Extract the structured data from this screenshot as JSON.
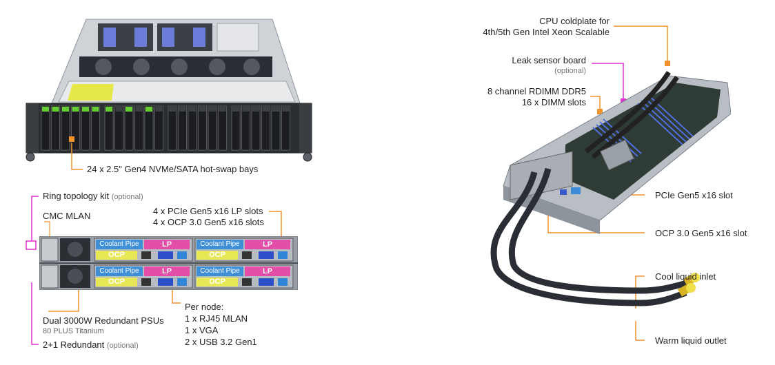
{
  "colors": {
    "orange": "#f0922b",
    "magenta": "#e22fd2",
    "green_caddy": "#66cc33",
    "coolant_blue": "#3f8fd6",
    "ocp_yellow": "#e8e857",
    "lp_pink": "#e24ea8"
  },
  "front": {
    "bays_label": "24 x 2.5\" Gen4 NVMe/SATA hot-swap bays"
  },
  "rear": {
    "ring_kit": "Ring topology kit",
    "ring_kit_opt": "(optional)",
    "cmc_mlan": "CMC MLAN",
    "pcie_lp": "4 x PCIe Gen5 x16 LP slots",
    "ocp_slots": "4 x OCP 3.0 Gen5 x16 slots",
    "coolant_pipe": "Coolant Pipe",
    "lp": "LP",
    "ocp": "OCP",
    "psu_title": "Dual 3000W Redundant PSUs",
    "psu_sub": "80 PLUS Titanium",
    "redundant": "2+1 Redundant",
    "redundant_opt": "(optional)",
    "per_node_title": "Per node:",
    "per_node_1": "1 x RJ45 MLAN",
    "per_node_2": "1 x VGA",
    "per_node_3": "2 x USB 3.2 Gen1"
  },
  "node": {
    "cpu_1": "CPU coldplate for",
    "cpu_2": "4th/5th Gen Intel Xeon Scalable",
    "leak": "Leak sensor board",
    "leak_opt": "(optional)",
    "dimm_1": "8 channel RDIMM DDR5",
    "dimm_2": "16 x DIMM slots",
    "pcie": "PCIe Gen5 x16 slot",
    "ocp": "OCP 3.0 Gen5 x16 slot",
    "inlet": "Cool liquid inlet",
    "outlet": "Warm liquid outlet"
  }
}
